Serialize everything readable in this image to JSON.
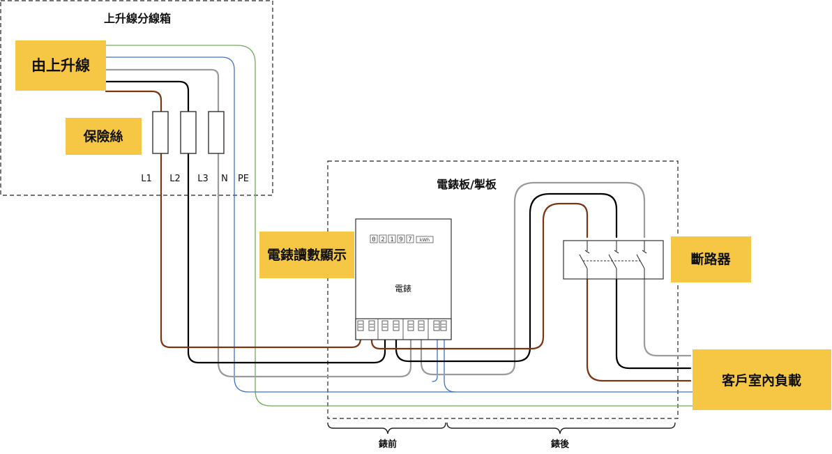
{
  "colors": {
    "callout": "#F6C744",
    "live_l1": "#7B3410",
    "live_l2": "#000000",
    "live_l3": "#9B9B9B",
    "neutral": "#3F74C5",
    "earth": "#6FAE54"
  },
  "riser_box": {
    "title": "上升線分線箱",
    "from_riser": "由上升線",
    "fuse": "保險絲",
    "terminals": [
      "L1",
      "L2",
      "L3",
      "N",
      "PE"
    ]
  },
  "meter_board": {
    "title": "電錶板/掣板",
    "meter_reading_callout": "電錶讀數顯示",
    "meter": {
      "digits": [
        "0",
        "2",
        "1",
        "9",
        "7"
      ],
      "unit": "kWh",
      "label": "電錶"
    },
    "breaker": "斷路器",
    "load": "客戶室內負載"
  },
  "brackets": {
    "before_meter": "錶前",
    "after_meter": "錶後"
  }
}
